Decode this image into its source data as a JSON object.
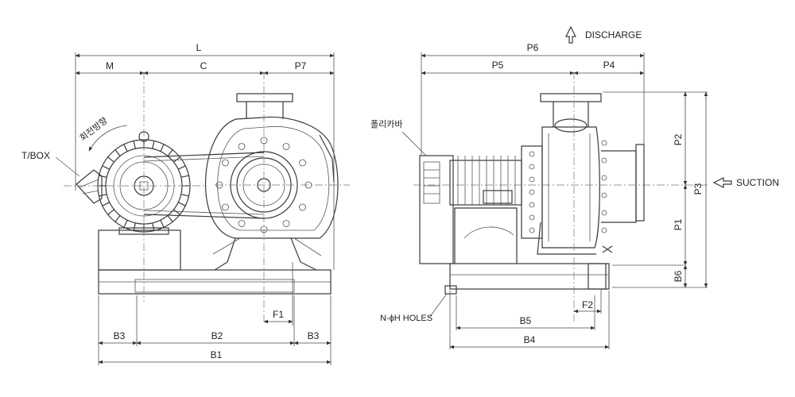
{
  "front_view": {
    "dims": {
      "L": "L",
      "M": "M",
      "C": "C",
      "P7": "P7",
      "F1": "F1",
      "B3_left": "B3",
      "B2": "B2",
      "B3_right": "B3",
      "B1": "B1"
    },
    "rotation_label": "회전방향",
    "tbox_label": "T/BOX"
  },
  "side_view": {
    "dims": {
      "P6": "P6",
      "P5": "P5",
      "P4": "P4",
      "P2": "P2",
      "P3": "P3",
      "P1": "P1",
      "B6": "B6",
      "F2": "F2",
      "B5": "B5",
      "B4": "B4"
    },
    "discharge_label": "DISCHARGE",
    "suction_label": "SUCTION",
    "pulley_cover_label": "폴리카바",
    "holes_label": "N-ϕH HOLES"
  }
}
